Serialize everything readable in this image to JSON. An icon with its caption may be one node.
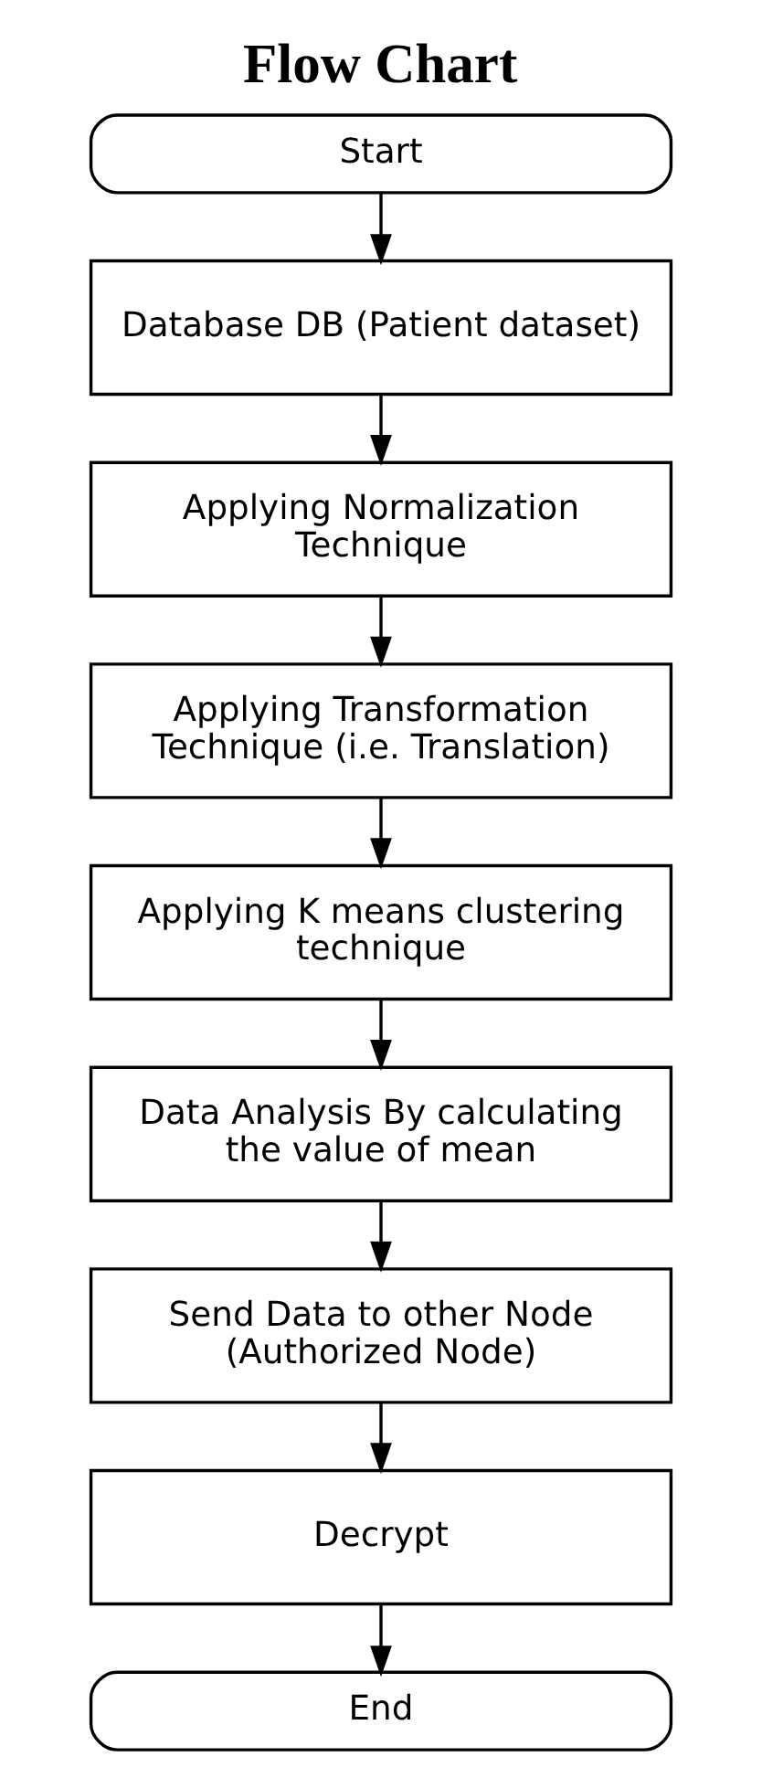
{
  "diagram": {
    "title": "Flow Chart",
    "nodes": [
      {
        "text": [
          "Start"
        ]
      },
      {
        "text": [
          "Database DB (Patient dataset)"
        ]
      },
      {
        "text": [
          "Applying Normalization Technique"
        ]
      },
      {
        "text": [
          "Applying Transformation Technique (i.e. Translation)"
        ]
      },
      {
        "text": [
          "Applying K means clustering technique"
        ]
      },
      {
        "text": [
          "Data Analysis By calculating the value of mean"
        ]
      },
      {
        "text": [
          "Send Data to other Node (Authorized Node)"
        ]
      },
      {
        "text": [
          "Decrypt"
        ]
      },
      {
        "text": [
          "End"
        ]
      }
    ],
    "edges": [
      {
        "from": 0,
        "to": 1,
        "arrow": "to"
      },
      {
        "from": 1,
        "to": 2,
        "arrow": "to"
      },
      {
        "from": 2,
        "to": 3,
        "arrow": "to"
      },
      {
        "from": 3,
        "to": 4,
        "arrow": "to"
      },
      {
        "from": 4,
        "to": 5,
        "arrow": "to"
      },
      {
        "from": 5,
        "to": 6,
        "arrow": "to"
      },
      {
        "from": 6,
        "to": 7,
        "arrow": "to"
      },
      {
        "from": 7,
        "to": 8,
        "arrow": "to"
      }
    ]
  }
}
